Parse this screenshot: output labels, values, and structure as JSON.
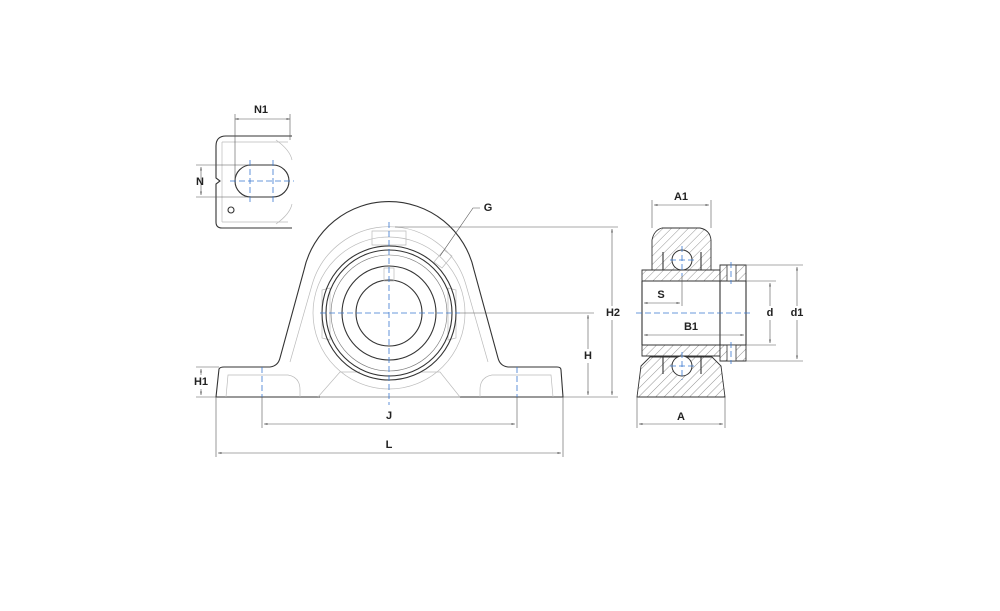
{
  "drawing": {
    "title": "Pillow block bearing unit dimension drawing",
    "labels": {
      "N1": "N1",
      "N": "N",
      "G": "G",
      "H2": "H2",
      "H": "H",
      "H1": "H1",
      "J": "J",
      "L": "L",
      "A1": "A1",
      "S": "S",
      "B1": "B1",
      "d": "d",
      "d1": "d1",
      "A": "A"
    },
    "colors": {
      "outline": "#333333",
      "centerline": "#3a78d0",
      "dimension": "#555555"
    }
  }
}
